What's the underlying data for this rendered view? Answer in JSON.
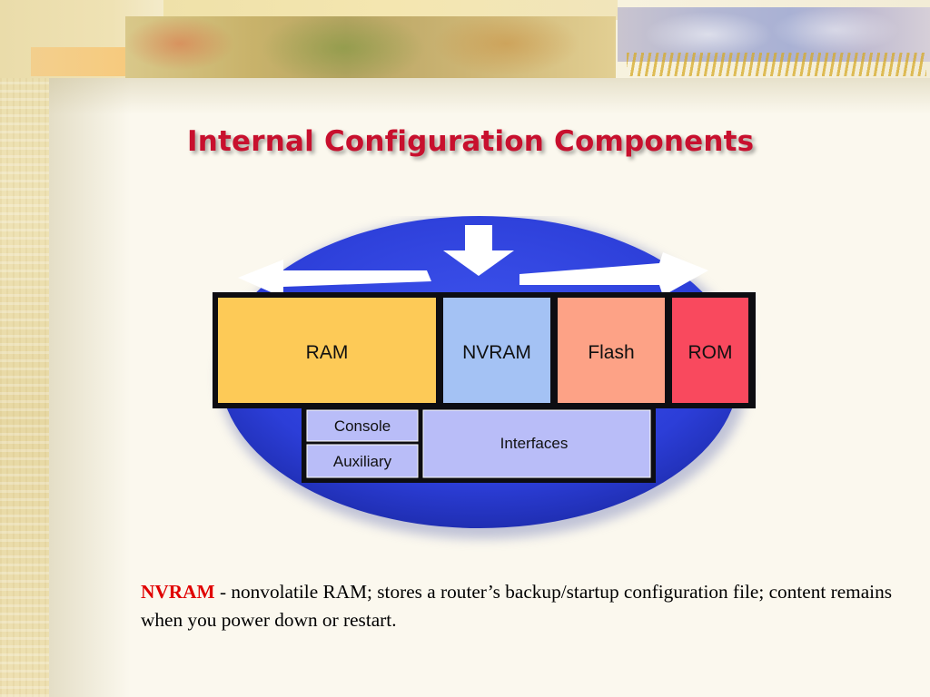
{
  "slide": {
    "title": "Internal Configuration Components"
  },
  "diagram": {
    "components": {
      "ram": "RAM",
      "nvram": "NVRAM",
      "flash": "Flash",
      "rom": "ROM",
      "console": "Console",
      "auxiliary": "Auxiliary",
      "interfaces": "Interfaces"
    },
    "colors": {
      "ram": "#fdca57",
      "nvram": "#a4c2f4",
      "flash": "#fda286",
      "rom": "#f9495e",
      "ports": "#b9bdf8",
      "ellipse": "#2c3ed8"
    }
  },
  "note": {
    "term": "NVRAM",
    "description": " - nonvolatile RAM; stores a router’s backup/startup configuration file; content remains when you power down or restart."
  }
}
